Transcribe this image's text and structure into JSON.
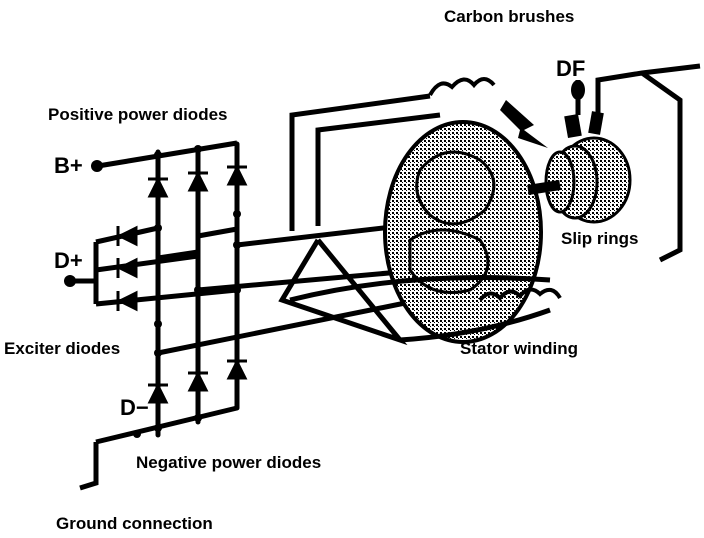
{
  "labels": {
    "carbon_brushes": "Carbon brushes",
    "df": "DF",
    "positive_power_diodes": "Positive power diodes",
    "b_plus": "B+",
    "d_plus": "D+",
    "slip_rings": "Slip rings",
    "exciter_diodes": "Exciter diodes",
    "stator_winding": "Stator winding",
    "d_minus": "D−",
    "negative_power_diodes": "Negative power diodes",
    "ground_connection": "Ground connection"
  },
  "colors": {
    "ink": "#000000",
    "rotor_fill": "#8a8a8a",
    "background": "#ffffff"
  }
}
